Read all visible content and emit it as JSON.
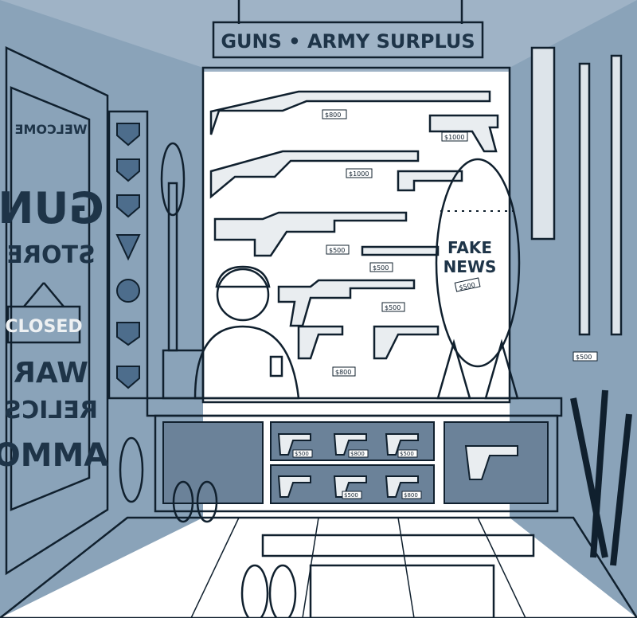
{
  "sign": {
    "text": "GUNS • ARMY SURPLUS"
  },
  "bomb": {
    "line1": "FAKE",
    "line2": "NEWS",
    "price": "$500"
  },
  "window": {
    "welcome": "WELCOME",
    "gun": "GUN",
    "store": "STORE",
    "closed": "CLOSED",
    "war": "WAR",
    "relics": "RELICS",
    "ammo": "AMMO"
  },
  "price_tags": [
    "$800",
    "$1000",
    "$1000",
    "$500",
    "$500",
    "$500",
    "$800",
    "$500",
    "$500",
    "$800",
    "$500",
    "$500",
    "$800"
  ],
  "colors": {
    "wall": "#4d6d8c",
    "side_wall": "#8aa3b9",
    "ink": "#10202e",
    "paper": "#f2f4f5"
  }
}
